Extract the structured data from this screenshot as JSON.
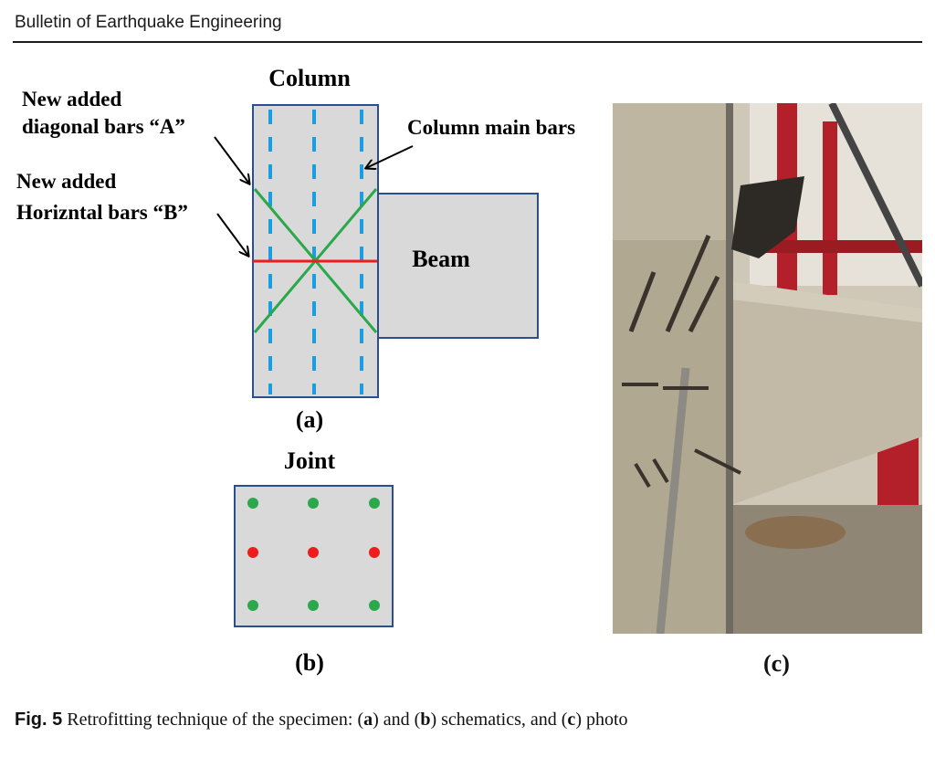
{
  "header": {
    "journal": "Bulletin of Earthquake Engineering"
  },
  "figure": {
    "panel_a": {
      "column_title": "Column",
      "beam_label": "Beam",
      "label_diag_line1": "New added",
      "label_diag_line2": "diagonal bars “A”",
      "label_horiz_line1": "New added",
      "label_horiz_line2": "Horizntal bars “B”",
      "label_main_bars": "Column main bars",
      "panel_label": "(a)"
    },
    "panel_b": {
      "title": "Joint",
      "panel_label": "(b)"
    },
    "panel_c": {
      "panel_label": "(c)"
    },
    "colors": {
      "diagonal_bars": "#2aa84a",
      "horizontal_bars": "#ee1c1c",
      "main_bars": "#1a9ee0",
      "member_fill": "#d9d9d9",
      "member_stroke": "#2b4f8c"
    }
  },
  "caption": {
    "fig_label": "Fig. 5",
    "part1": "Retrofitting technique of the specimen: (",
    "a": "a",
    "part2": ") and (",
    "b": "b",
    "part3": ") schematics, and (",
    "c": "c",
    "part4": ") photo"
  }
}
